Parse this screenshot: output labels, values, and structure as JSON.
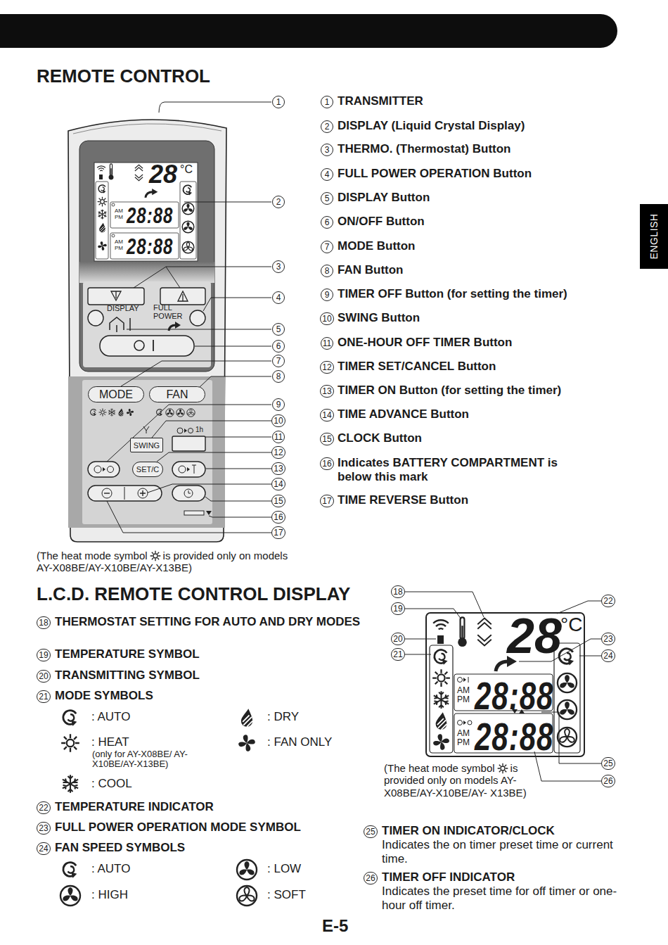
{
  "diagram": {
    "title": "REMOTE CONTROL",
    "nodes": [
      {
        "text": [
          "ENGLISH"
        ]
      },
      {
        "text": [
          "MODE"
        ]
      },
      {
        "text": [
          "FAN"
        ]
      },
      {
        "text": [
          "SWING"
        ]
      },
      {
        "text": [
          "SET/C"
        ]
      }
    ],
    "labels": [
      "1",
      "2",
      "3",
      "4",
      "5",
      "6",
      "7",
      "8",
      "9",
      "10",
      "11",
      "12",
      "13",
      "14",
      "15",
      "16",
      "17",
      "1",
      "TRANSMITTER",
      "2",
      "DISPLAY (Liquid Crystal Display)",
      "3",
      "THERMO. (Thermostat) Button",
      "4",
      "FULL POWER OPERATION Button",
      "5",
      "DISPLAY Button",
      "6",
      "ON/OFF Button",
      "7",
      "MODE Button",
      "8",
      "FAN Button",
      "9",
      "TIMER OFF Button (for setting the timer)",
      "10",
      "SWING Button",
      "11",
      "ONE-HOUR OFF TIMER Button",
      "12",
      "TIMER SET/CANCEL Button",
      "13",
      "TIMER ON Button (for setting the timer)",
      "14",
      "TIME ADVANCE Button",
      "15",
      "CLOCK Button",
      "16",
      "Indicates BATTERY COMPARTMENT is below this mark",
      "17",
      "TIME REVERSE Button",
      "28",
      "°C",
      "AM",
      "PM",
      "28:88",
      "AM",
      "PM",
      "28:88",
      "DISPLAY",
      "FULL POWER",
      "1h",
      "(The heat mode symbol",
      "is provided only on models AY-X08BE/AY-X10BE/AY-X13BE)",
      "L.C.D. REMOTE CONTROL DISPLAY",
      "18",
      "THERMOSTAT SETTING FOR AUTO AND DRY MODES",
      "19",
      "TEMPERATURE SYMBOL",
      "20",
      "TRANSMITTING SYMBOL",
      "21",
      "MODE SYMBOLS",
      ": AUTO",
      ": DRY",
      ": HEAT",
      "(only for AY-X08BE/ AY-X10BE/AY-X13BE)",
      ": FAN ONLY",
      ": COOL",
      "22",
      "TEMPERATURE INDICATOR",
      "23",
      "FULL POWER OPERATION MODE SYMBOL",
      "24",
      "FAN SPEED SYMBOLS",
      ": AUTO",
      ": LOW",
      ": HIGH",
      ": SOFT",
      "18",
      "19",
      "20",
      "21",
      "22",
      "23",
      "24",
      "25",
      "26",
      "28",
      "°C",
      "AM",
      "PM",
      "28:88",
      "AM",
      "PM",
      "28:88",
      "(The heat mode symbol",
      "is provided only on models AY-X08BE/AY-X10BE/AY- X13BE)",
      "25",
      "TIMER ON INDICATOR/CLOCK",
      "Indicates the on timer preset time or current time.",
      "26",
      "TIMER OFF INDICATOR",
      "Indicates the preset time for off timer or one-hour off timer.",
      "E-5"
    ]
  }
}
